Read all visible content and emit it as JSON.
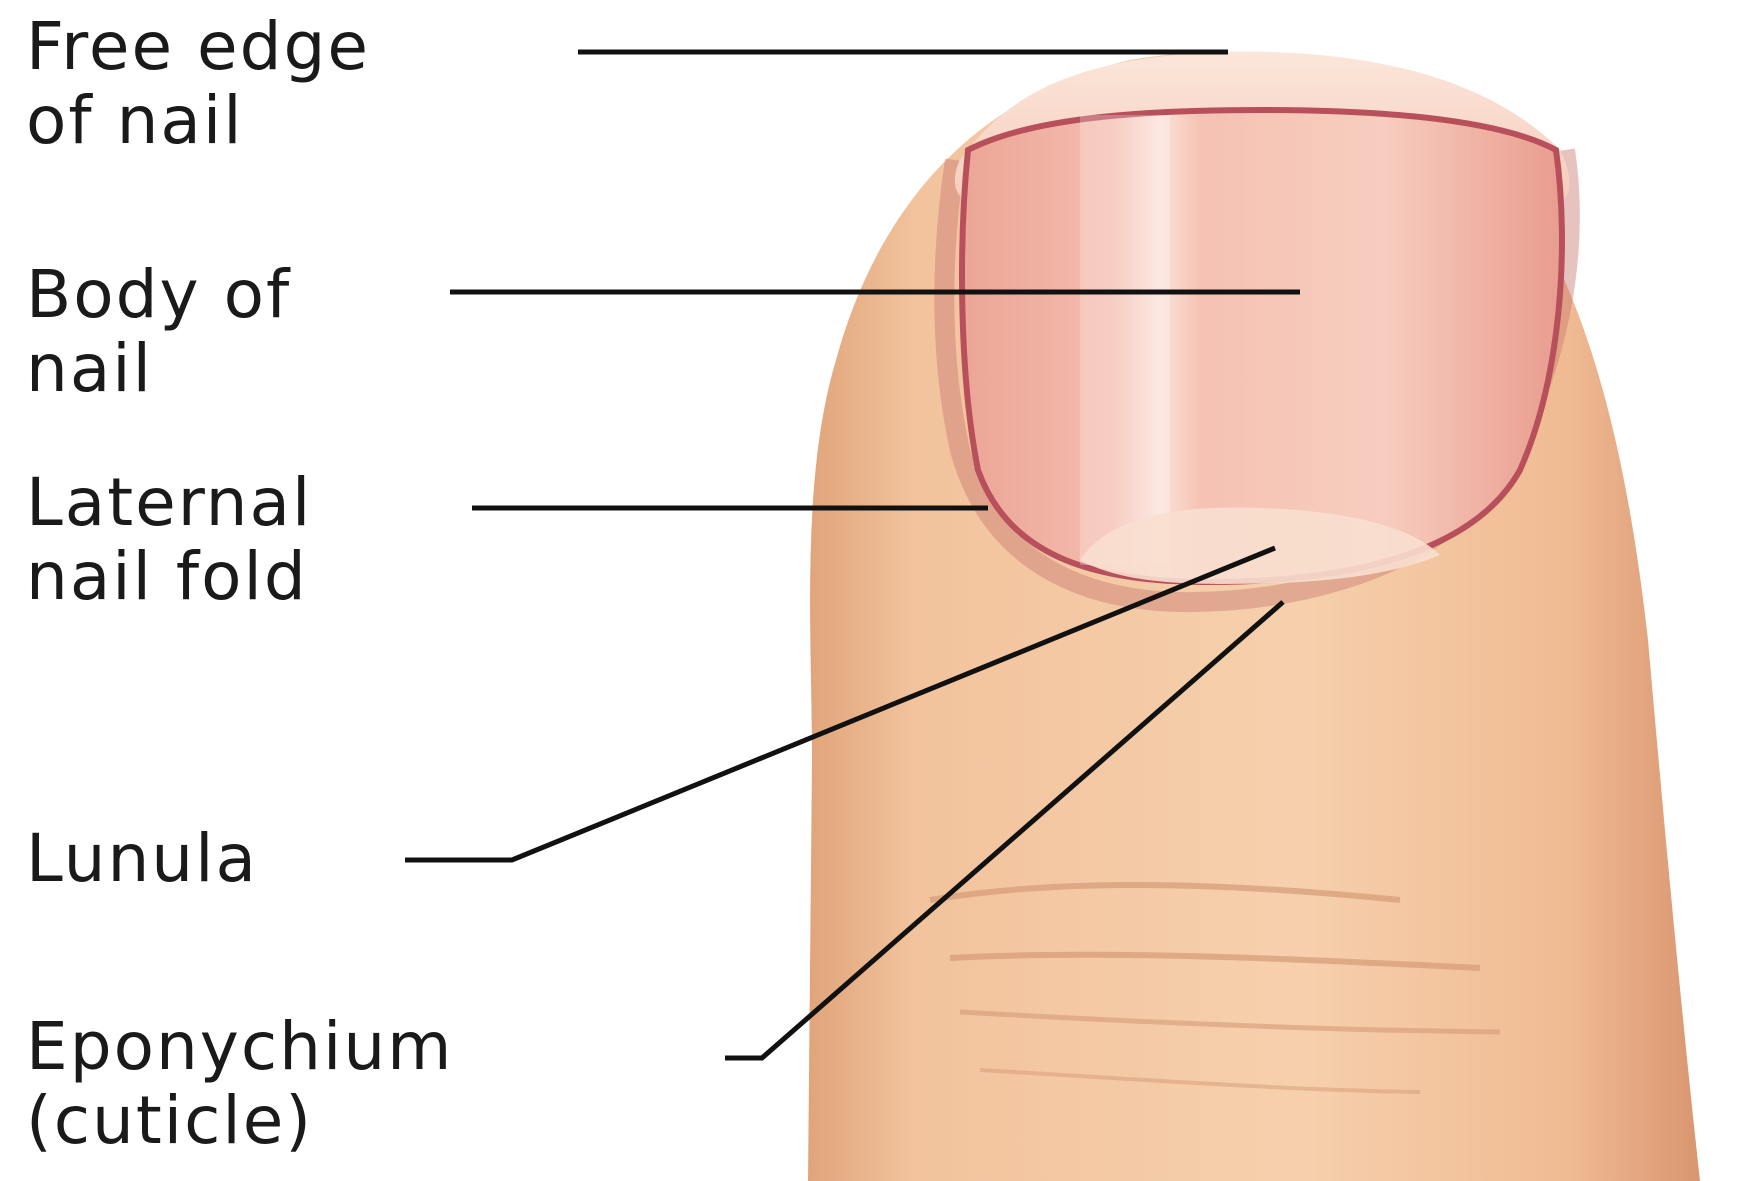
{
  "diagram": {
    "labels": {
      "free_edge": "Free edge\nof nail",
      "body_of_nail": "Body of\nnail",
      "lateral_nail_fold": "Laternal\nnail fold",
      "lunula": "Lunula",
      "eponychium": "Eponychium\n(cuticle)"
    },
    "colors": {
      "background": "#ffffff",
      "skin": "#f2c29c",
      "skin_shadow": "#d99a72",
      "nail_bed": "#f3b6a6",
      "nail_rim": "#b8505c",
      "lunula": "#f7dccb",
      "leader_line": "#111111",
      "text": "#1a1a1a"
    }
  }
}
